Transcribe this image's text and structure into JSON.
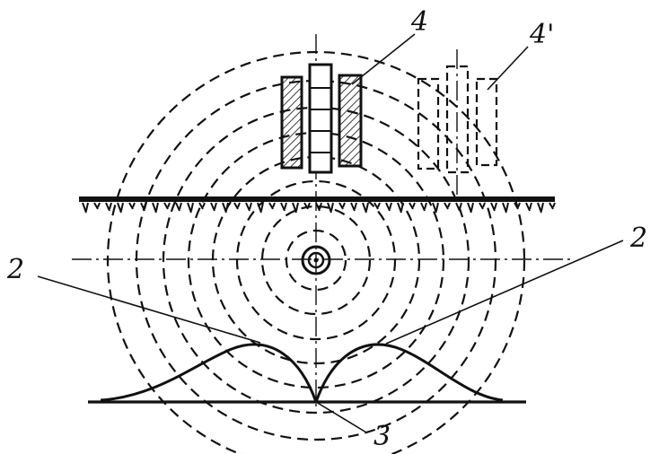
{
  "labels": {
    "left_curve": "2",
    "right_curve": "2",
    "bottom_point": "3",
    "hatched_electrodes": "4",
    "dashed_electrodes": "4'"
  },
  "colors": {
    "ink": "#111111",
    "background": "#ffffff"
  }
}
